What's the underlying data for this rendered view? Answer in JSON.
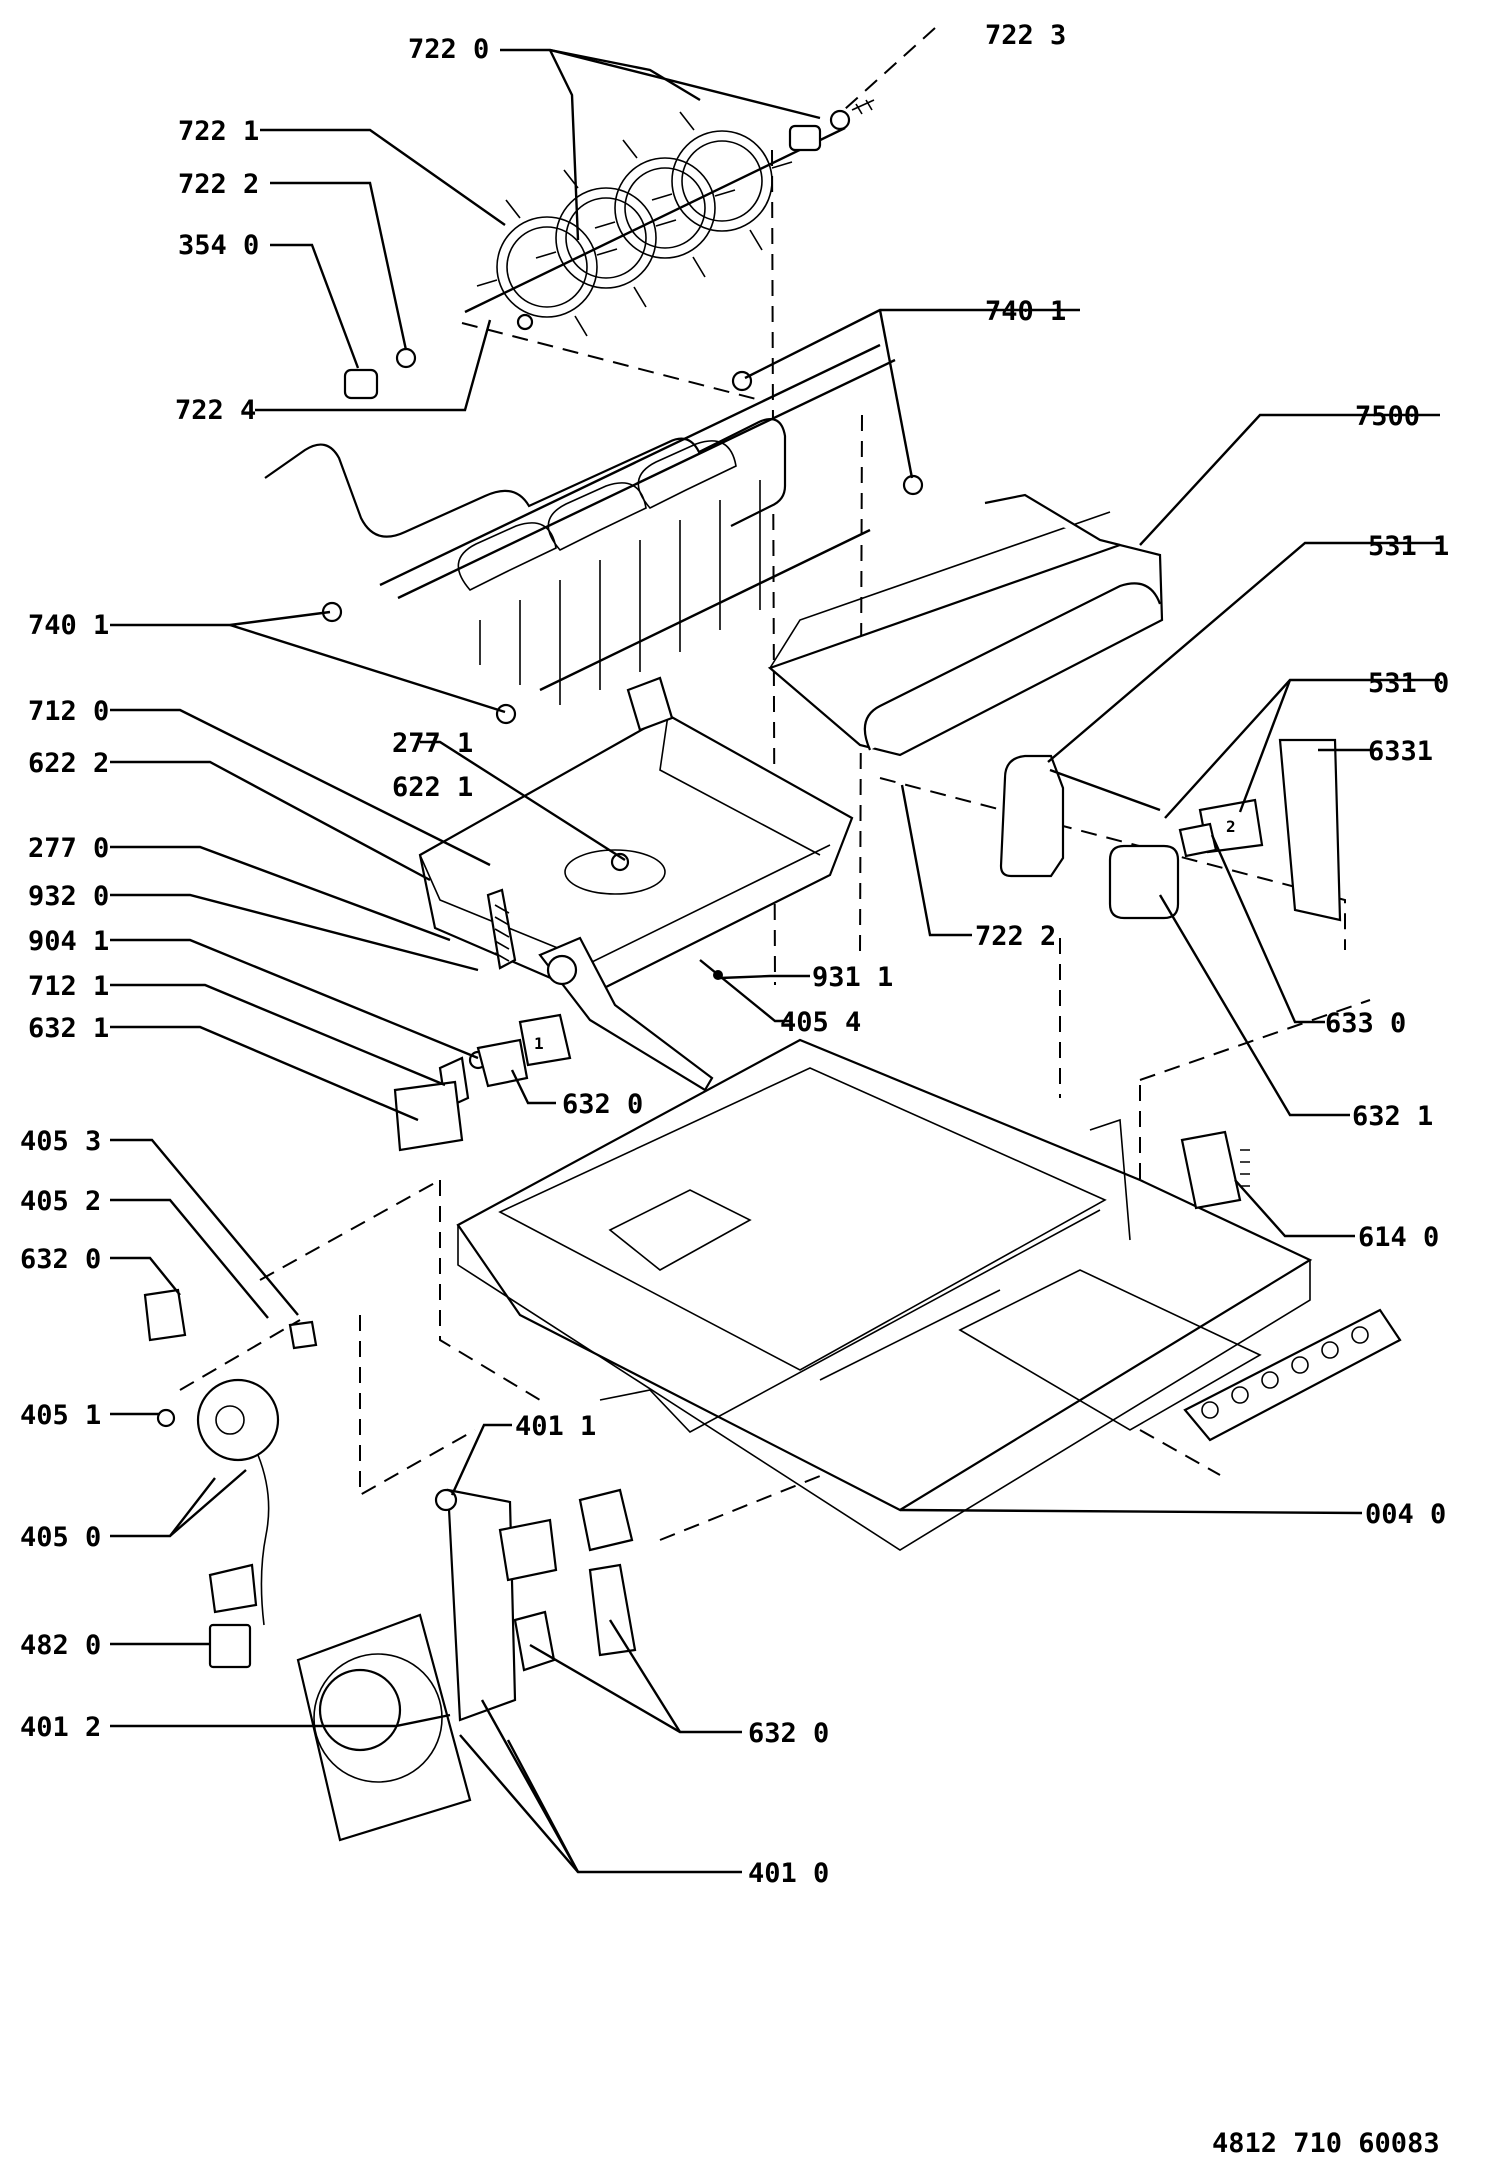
{
  "callouts": {
    "c7220": "722 0",
    "c7223": "722 3",
    "c7221": "722 1",
    "c7222a": "722 2",
    "c3540": "354 0",
    "c7401a": "740 1",
    "c7224": "722 4",
    "c7500": "7500",
    "c5311": "531 1",
    "c7401b": "740 1",
    "c5310": "531 0",
    "c7120": "712 0",
    "c2771": "277 1",
    "c6331": "6331",
    "c6222": "622 2",
    "c6221": "622 1",
    "c2770": "277 0",
    "c9320": "932 0",
    "c7222b": "722 2",
    "c9041": "904 1",
    "c9311": "931 1",
    "c7121": "712 1",
    "c4054": "405 4",
    "c6330": "633 0",
    "c6321a": "632 1",
    "c6320a": "632 0",
    "c6321b": "632 1",
    "c4053": "405 3",
    "c4052": "405 2",
    "c6140": "614 0",
    "c6320b": "632 0",
    "c4051": "405 1",
    "c4011": "401 1",
    "c4050": "405 0",
    "c0040": "004 0",
    "c4820": "482 0",
    "c4012": "401 2",
    "c6320c": "632 0",
    "c4010": "401 0"
  },
  "switch_labels": {
    "sw1": "1",
    "sw2": "2"
  },
  "document_number": "4812 710 60083",
  "icons": [
    "exploded-view-parts-drawing"
  ]
}
